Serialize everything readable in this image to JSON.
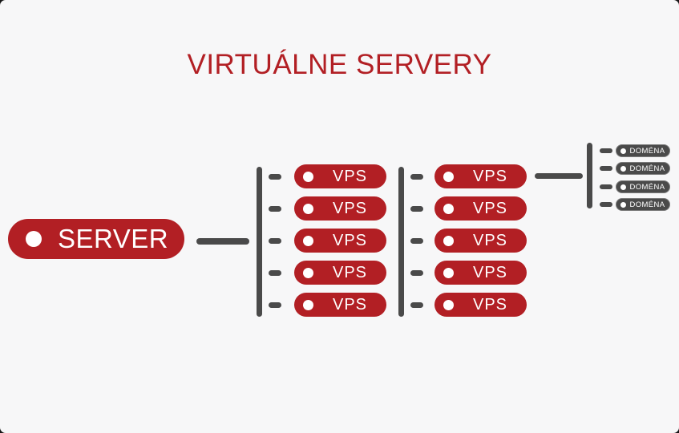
{
  "title": {
    "text": "VIRTUÁLNE SERVERY",
    "color": "#b21f24"
  },
  "server": {
    "label": "SERVER"
  },
  "columns": [
    {
      "vps": [
        "VPS",
        "VPS",
        "VPS",
        "VPS",
        "VPS"
      ]
    },
    {
      "vps": [
        "VPS",
        "VPS",
        "VPS",
        "VPS",
        "VPS"
      ]
    }
  ],
  "domains": [
    "DOMÉNA",
    "DOMÉNA",
    "DOMÉNA",
    "DOMÉNA"
  ],
  "colors": {
    "accent_red": "#b21f24",
    "connector_gray": "#4a4a4a",
    "node_text_white": "#ffffff",
    "background": "#f7f7f8"
  }
}
